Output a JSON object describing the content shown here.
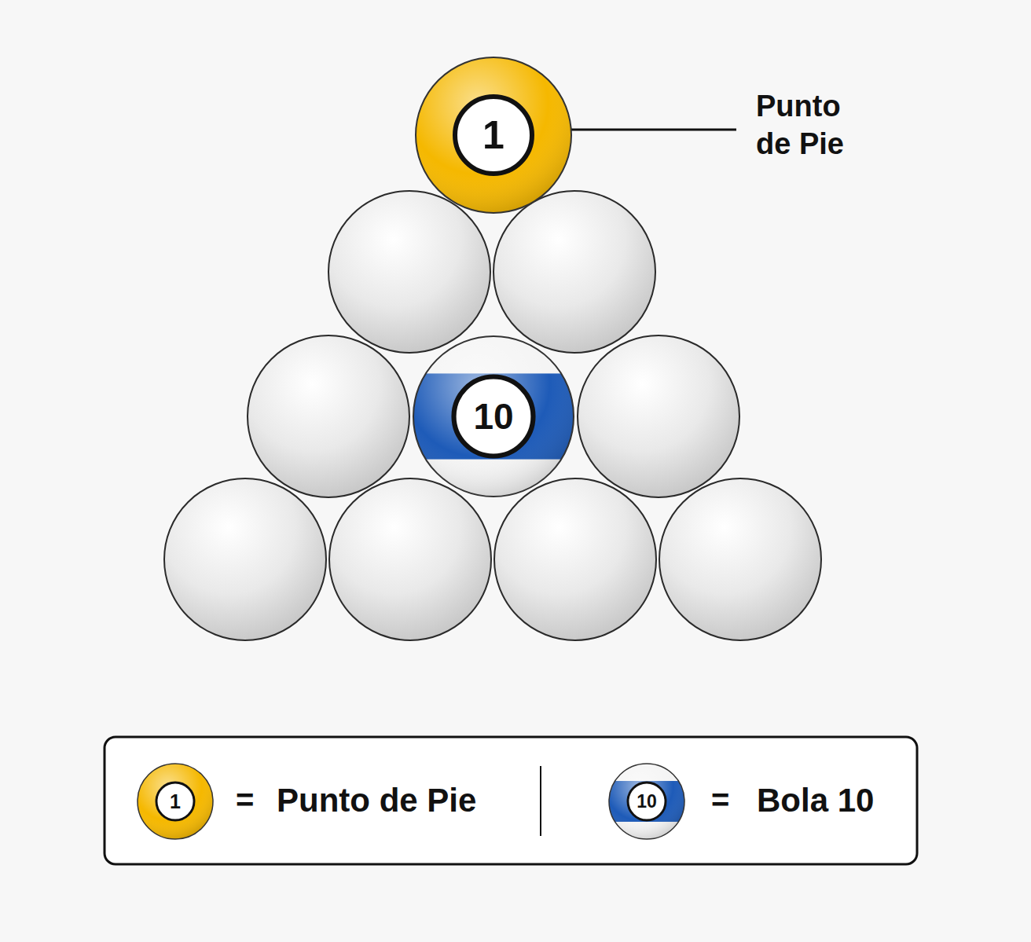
{
  "diagram": {
    "nodes": [
      {
        "text": [
          "1"
        ]
      },
      {
        "text": [
          "10"
        ]
      }
    ],
    "labels": [
      "Punto de Pie",
      "1",
      "=",
      "10",
      "="
    ],
    "legend": [
      {
        "text": "Punto de Pie",
        "color": "#f5b800"
      },
      {
        "text": "Bola 10",
        "color": "#1e5bb8"
      }
    ]
  }
}
